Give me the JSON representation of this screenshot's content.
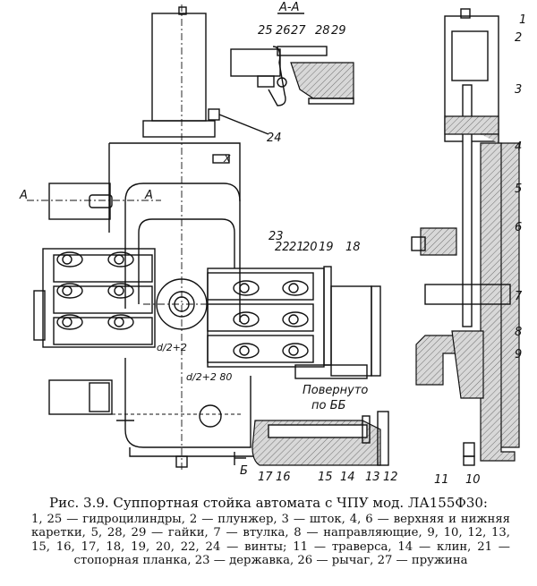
{
  "figure": {
    "section_label": "А-А",
    "section_marker": "А",
    "view_marker": "Б",
    "rotated_note_line1": "Повернуто",
    "rotated_note_line2": "по ББ",
    "dimension_1": "d/2+2",
    "dimension_2": "d/2+2 80",
    "axis_marker": "X",
    "part_labels": [
      "1",
      "2",
      "3",
      "4",
      "5",
      "6",
      "7",
      "8",
      "9",
      "10",
      "11",
      "12",
      "13",
      "14",
      "15",
      "16",
      "17",
      "18",
      "19",
      "20",
      "21",
      "22",
      "23",
      "24",
      "25",
      "26",
      "27",
      "28",
      "29"
    ]
  },
  "caption": {
    "title": "Рис. 3.9. Суппортная стойка автомата с ЧПУ мод. ЛА155Ф30:",
    "body": "1, 25 — гидроцилиндры, 2 — плунжер, 3 — шток, 4, 6 — верхняя и нижняя каретки, 5, 28, 29 — гайки, 7 — втулка, 8 — направляющие, 9, 10, 12, 13, 15, 16, 17, 18, 19, 20, 22, 24 — винты; 11 — траверса, 14 — клин, 21 — стопорная планка, 23 — державка, 26 — рычаг, 27 — пружина"
  }
}
